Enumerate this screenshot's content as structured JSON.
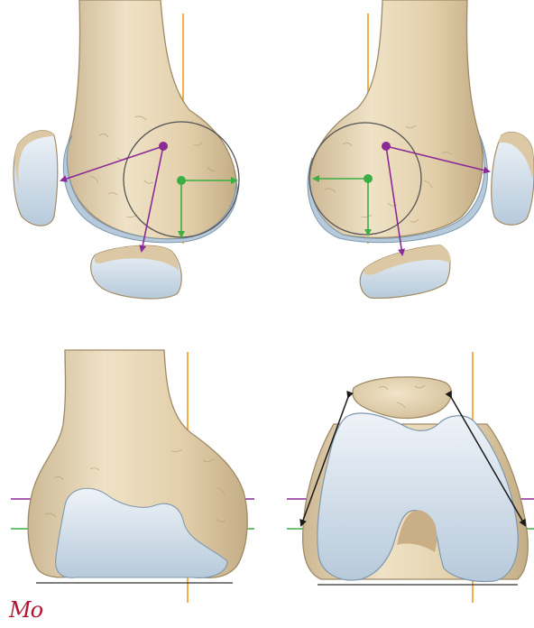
{
  "figure": {
    "logo_text": "Mo",
    "panels": [
      {
        "id": "top-left",
        "view": "distal-femur-lateral-view"
      },
      {
        "id": "top-right",
        "view": "distal-femur-medial-view"
      },
      {
        "id": "bottom-left",
        "view": "distal-femur-posterior-view"
      },
      {
        "id": "bottom-right",
        "view": "distal-femur-anterior-view-with-patella"
      }
    ]
  },
  "colors": {
    "background": "#ffffff",
    "bone": "#e4d3b1",
    "bone_shadow": "#c9b48e",
    "bone_outline": "#9f8a66",
    "cartilage": "#d7e3ee",
    "cartilage_shadow": "#a9bfd3",
    "cartilage_outline": "#7f98ad",
    "purple_axis": "#8b2a96",
    "green_axis": "#3cae44",
    "orange_axis": "#f39a1e",
    "black_arrow": "#1a1a1a",
    "circle_outline": "#555555",
    "logo": "#b3122e"
  }
}
